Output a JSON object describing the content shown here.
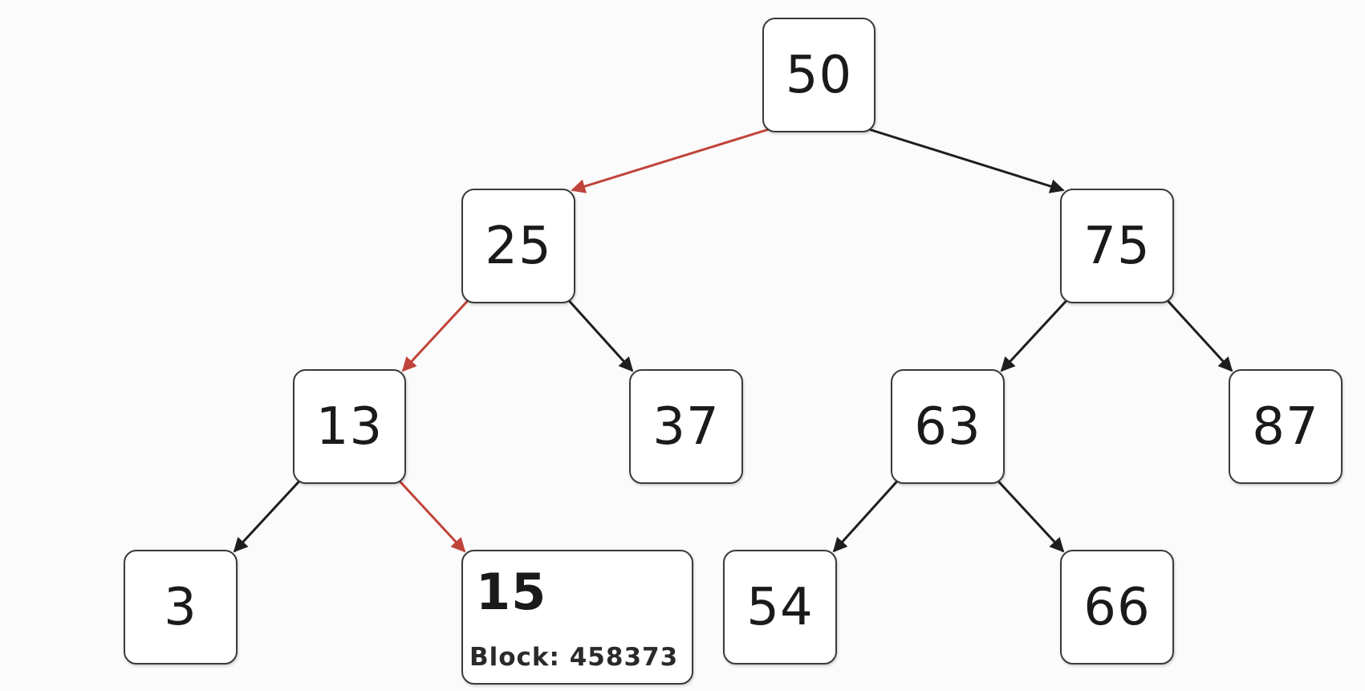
{
  "colors": {
    "search_path": "#c0433a",
    "edge": "#1e1e1e",
    "node_border": "#3a3a3a",
    "background": "#fbfbfb"
  },
  "tree": {
    "nodes": [
      {
        "id": "n50",
        "value": "50"
      },
      {
        "id": "n25",
        "value": "25"
      },
      {
        "id": "n75",
        "value": "75"
      },
      {
        "id": "n13",
        "value": "13"
      },
      {
        "id": "n37",
        "value": "37"
      },
      {
        "id": "n63",
        "value": "63"
      },
      {
        "id": "n87",
        "value": "87"
      },
      {
        "id": "n3",
        "value": "3"
      },
      {
        "id": "n15",
        "value": "15",
        "detail": "Block: 458373"
      },
      {
        "id": "n54",
        "value": "54"
      },
      {
        "id": "n66",
        "value": "66"
      }
    ],
    "edges": [
      {
        "from": "n50",
        "to": "n25",
        "highlighted": true
      },
      {
        "from": "n50",
        "to": "n75",
        "highlighted": false
      },
      {
        "from": "n25",
        "to": "n13",
        "highlighted": true
      },
      {
        "from": "n25",
        "to": "n37",
        "highlighted": false
      },
      {
        "from": "n75",
        "to": "n63",
        "highlighted": false
      },
      {
        "from": "n75",
        "to": "n87",
        "highlighted": false
      },
      {
        "from": "n13",
        "to": "n3",
        "highlighted": false
      },
      {
        "from": "n13",
        "to": "n15",
        "highlighted": true
      },
      {
        "from": "n63",
        "to": "n54",
        "highlighted": false
      },
      {
        "from": "n63",
        "to": "n66",
        "highlighted": false
      }
    ]
  }
}
